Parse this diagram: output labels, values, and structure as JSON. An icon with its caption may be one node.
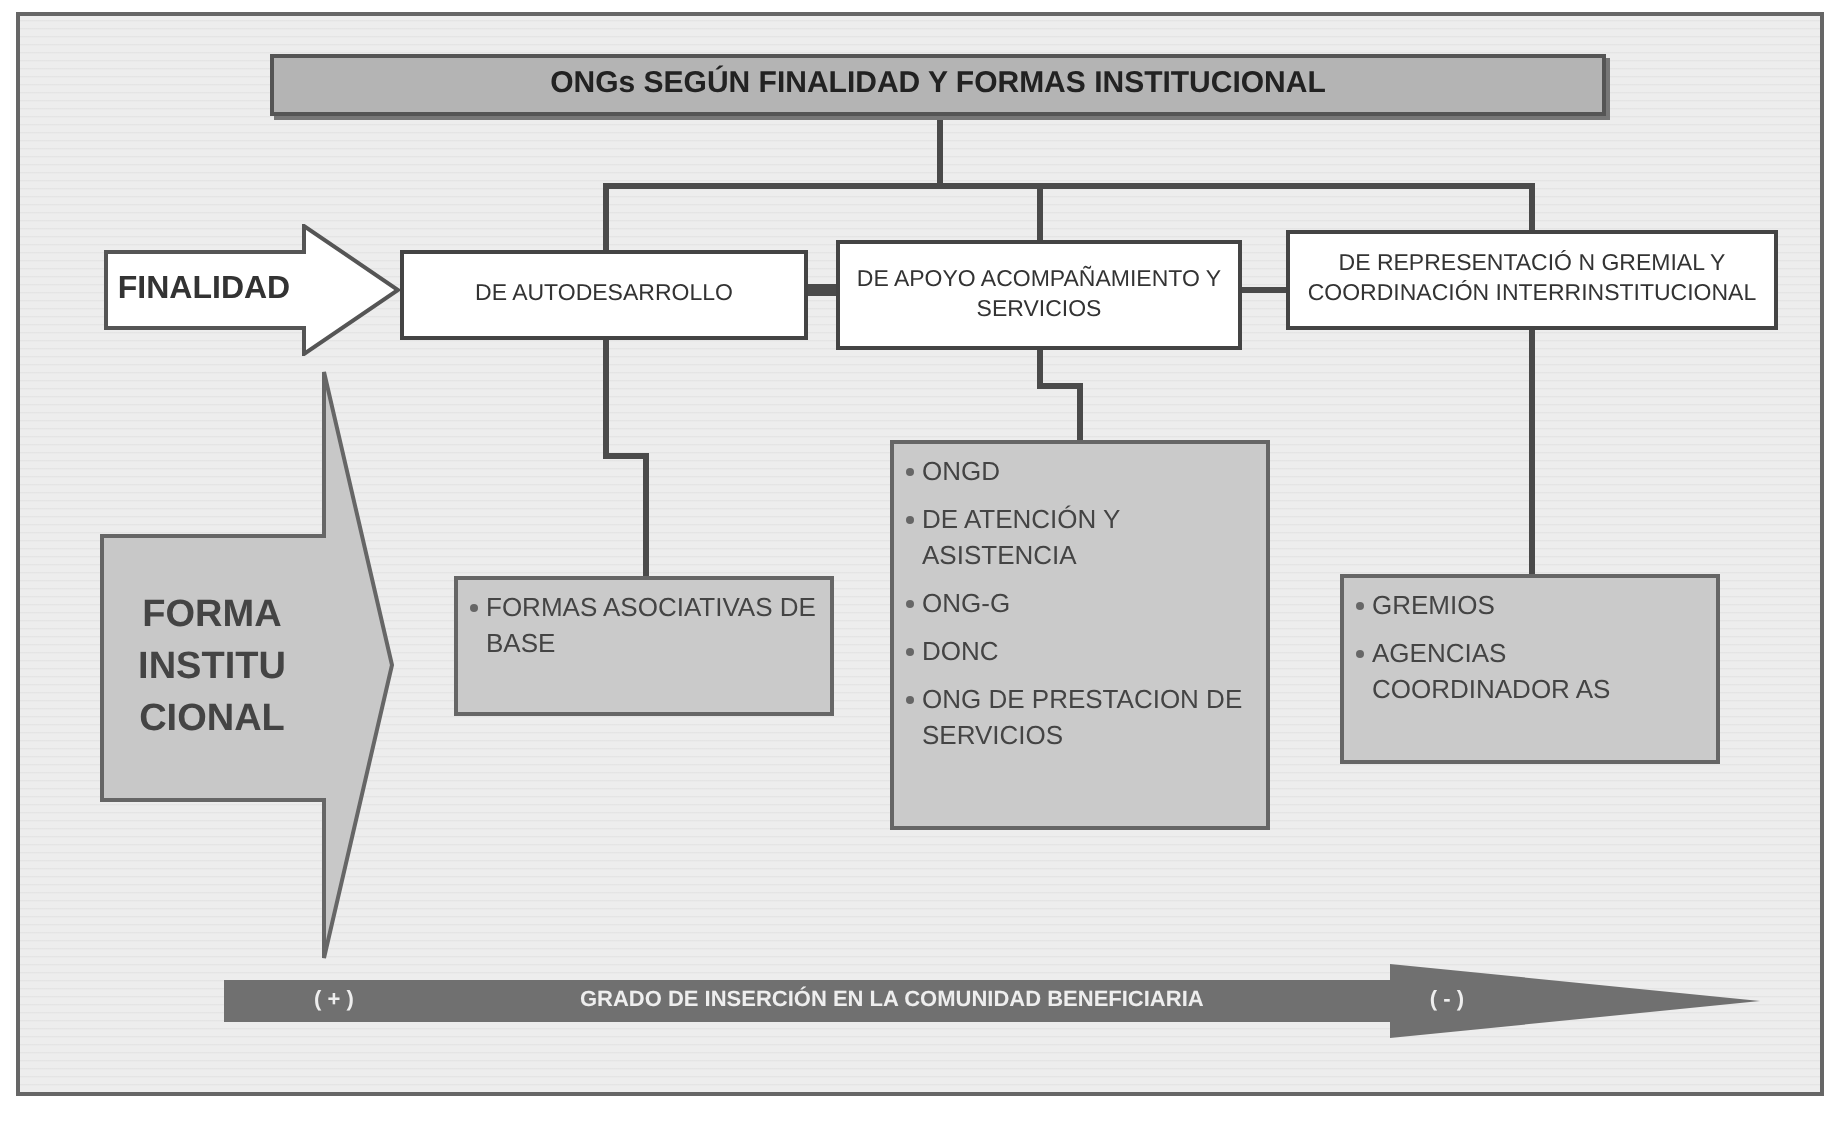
{
  "diagram": {
    "nodes": [
      {
        "text": [
          "ONGs SEGÚN FINALIDAD Y FORMAS INSTITUCIONAL"
        ]
      },
      {
        "text": [
          "FINALIDAD"
        ]
      },
      {
        "text": [
          "DE AUTODESARROLLO"
        ]
      },
      {
        "text": [
          "DE APOYO ACOMPAÑAMIENTO Y SERVICIOS"
        ]
      },
      {
        "text": [
          "DE REPRESENTACIÓ N GREMIAL Y COORDINACIÓN INTERRINSTITUCIONAL"
        ]
      },
      {
        "text": [
          "FORMA INSTITU CIONAL"
        ]
      },
      {
        "text": [
          "FORMAS ASOCIATIVAS DE BASE"
        ]
      },
      {
        "text": [
          "ONGD",
          "DE ATENCIÓN Y ASISTENCIA",
          "ONG-G",
          "DONC",
          "ONG DE PRESTACION DE SERVICIOS"
        ]
      },
      {
        "text": [
          "GREMIOS",
          "AGENCIAS COORDINADOR AS"
        ]
      },
      {
        "text": [
          "( + )",
          "GRADO DE INSERCIÓN EN LA COMUNIDAD BENEFICIARIA",
          "( - )"
        ]
      }
    ],
    "edges": [
      {
        "from": 0,
        "to": 2,
        "arrow": "none"
      },
      {
        "from": 0,
        "to": 3,
        "arrow": "none"
      },
      {
        "from": 0,
        "to": 4,
        "arrow": "none"
      },
      {
        "from": 2,
        "to": 3,
        "arrow": "none",
        "style": "thick"
      },
      {
        "from": 3,
        "to": 4,
        "arrow": "none"
      },
      {
        "from": 2,
        "to": 6,
        "arrow": "none"
      },
      {
        "from": 3,
        "to": 7,
        "arrow": "none"
      },
      {
        "from": 4,
        "to": 8,
        "arrow": "none"
      }
    ]
  }
}
